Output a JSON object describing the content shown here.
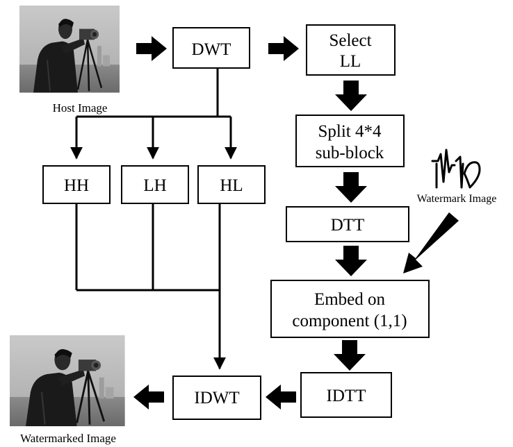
{
  "diagram": {
    "host_image": {
      "caption": "Host Image"
    },
    "watermarked_image": {
      "caption": "Watermarked Image"
    },
    "watermark": {
      "caption": "Watermark Image"
    },
    "boxes": {
      "dwt": "DWT",
      "select_ll_1": "Select",
      "select_ll_2": "LL",
      "split_1": "Split 4*4",
      "split_2": "sub-block",
      "hh": "HH",
      "lh": "LH",
      "hl": "HL",
      "dtt": "DTT",
      "embed_1": "Embed on",
      "embed_2": "component (1,1)",
      "idtt": "IDTT",
      "idwt": "IDWT"
    }
  }
}
